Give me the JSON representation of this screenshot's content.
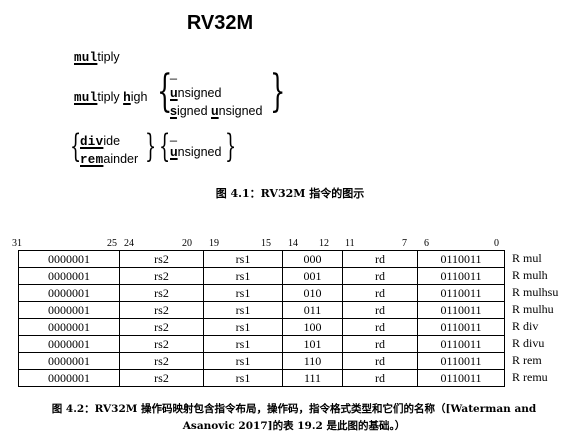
{
  "title": "RV32M",
  "diagram": {
    "multiply": {
      "ul": "mul",
      "rest": "tiply"
    },
    "multiply_high": {
      "ul1": "mul",
      "rest1": "tiply ",
      "ul2": "h",
      "rest2": "igh"
    },
    "opt_dash": "_",
    "unsigned": {
      "ul": "u",
      "rest": "nsigned"
    },
    "signed_unsigned": {
      "ul1": "s",
      "rest1": "igned ",
      "ul2": "u",
      "rest2": "nsigned"
    },
    "divide": {
      "ul": "div",
      "rest": "ide"
    },
    "remainder": {
      "ul": "rem",
      "rest": "ainder"
    }
  },
  "figure_caption": "图 4.1：RV32M 指令的图示",
  "bit_positions": [
    "31",
    "25",
    "24",
    "20",
    "19",
    "15",
    "14",
    "12",
    "11",
    "7",
    "6",
    "0"
  ],
  "rows": [
    {
      "funct7": "0000001",
      "rs2": "rs2",
      "rs1": "rs1",
      "funct3": "000",
      "rd": "rd",
      "opcode": "0110011",
      "name": "R mul"
    },
    {
      "funct7": "0000001",
      "rs2": "rs2",
      "rs1": "rs1",
      "funct3": "001",
      "rd": "rd",
      "opcode": "0110011",
      "name": "R mulh"
    },
    {
      "funct7": "0000001",
      "rs2": "rs2",
      "rs1": "rs1",
      "funct3": "010",
      "rd": "rd",
      "opcode": "0110011",
      "name": "R mulhsu"
    },
    {
      "funct7": "0000001",
      "rs2": "rs2",
      "rs1": "rs1",
      "funct3": "011",
      "rd": "rd",
      "opcode": "0110011",
      "name": "R mulhu"
    },
    {
      "funct7": "0000001",
      "rs2": "rs2",
      "rs1": "rs1",
      "funct3": "100",
      "rd": "rd",
      "opcode": "0110011",
      "name": "R div"
    },
    {
      "funct7": "0000001",
      "rs2": "rs2",
      "rs1": "rs1",
      "funct3": "101",
      "rd": "rd",
      "opcode": "0110011",
      "name": "R divu"
    },
    {
      "funct7": "0000001",
      "rs2": "rs2",
      "rs1": "rs1",
      "funct3": "110",
      "rd": "rd",
      "opcode": "0110011",
      "name": "R rem"
    },
    {
      "funct7": "0000001",
      "rs2": "rs2",
      "rs1": "rs1",
      "funct3": "111",
      "rd": "rd",
      "opcode": "0110011",
      "name": "R remu"
    }
  ],
  "table_caption": {
    "line1": "图 4.2：RV32M 操作码映射包含指令布局，操作码，指令格式类型和它们的名称（[Waterman and",
    "line2": "Asanovic 2017]的表 19.2 是此图的基础。）"
  }
}
